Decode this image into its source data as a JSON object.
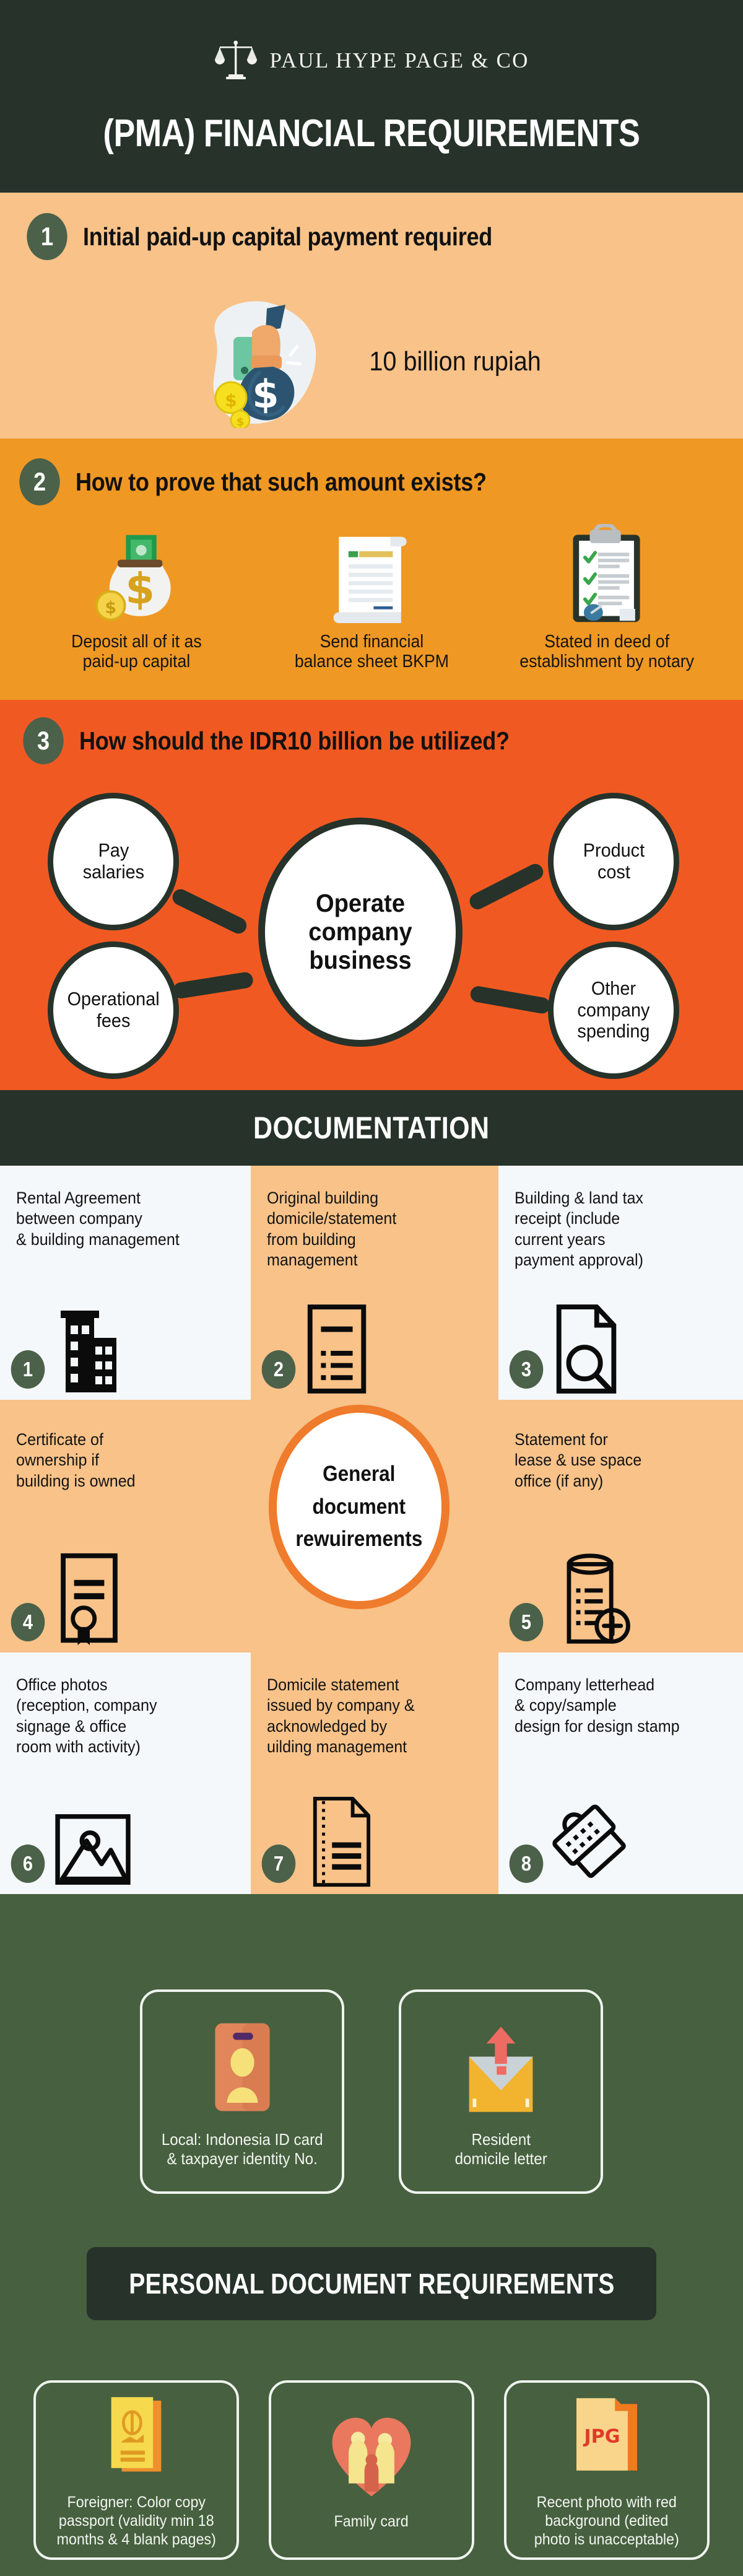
{
  "header": {
    "brand": "PAUL HYPE PAGE & CO",
    "logo_icon": "scales-of-justice-icon",
    "title": "(PMA) FINANCIAL REQUIREMENTS"
  },
  "section1": {
    "number": "1",
    "title": "Initial paid-up capital payment required",
    "icon": "money-bag-hand-icon",
    "amount": "10 billion rupiah"
  },
  "section2": {
    "number": "2",
    "title": "How to prove that such amount exists?",
    "cards": [
      {
        "icon": "money-bag-cash-icon",
        "caption": "Deposit all of it as\npaid-up capital"
      },
      {
        "icon": "financial-document-scroll-icon",
        "caption": "Send financial\nbalance sheet BKPM"
      },
      {
        "icon": "clipboard-checklist-icon",
        "caption": "Stated in deed of\nestablishment by notary"
      }
    ]
  },
  "section3": {
    "number": "3",
    "title": "How should the IDR10 billion be utilized?",
    "center": "Operate\ncompany\nbusiness",
    "nodes": [
      {
        "position": "top-left",
        "label": "Pay\nsalaries"
      },
      {
        "position": "bottom-left",
        "label": "Operational\nfees"
      },
      {
        "position": "top-right",
        "label": "Product\ncost"
      },
      {
        "position": "bottom-right",
        "label": "Other\ncompany\nspending"
      }
    ]
  },
  "documentation": {
    "banner_title": "DOCUMENTATION",
    "center_label": "General\ndocument\nrewuirements",
    "items": [
      {
        "number": "1",
        "text": "Rental Agreement\nbetween company\n& building management",
        "icon": "office-building-icon"
      },
      {
        "number": "2",
        "text": "Original building\ndomicile/statement\nfrom building\nmanagement",
        "icon": "document-list-icon"
      },
      {
        "number": "3",
        "text": "Building & land tax\nreceipt (include\ncurrent years\npayment approval)",
        "icon": "document-search-icon"
      },
      {
        "number": "4",
        "text": "Certificate of\nownership if\nbuilding is owned",
        "icon": "certificate-award-icon"
      },
      {
        "number": "5",
        "text": "Statement for\nlease & use space\noffice (if any)",
        "icon": "receipt-plus-icon"
      },
      {
        "number": "6",
        "text": "Office photos\n(reception, company\nsignage & office\nroom with activity)",
        "icon": "photo-image-icon"
      },
      {
        "number": "7",
        "text": "Domicile statement\nissued by company &\nacknowledged by\nuilding management",
        "icon": "document-perforated-icon"
      },
      {
        "number": "8",
        "text": "Company letterhead\n& copy/sample\ndesign for design stamp",
        "icon": "rubber-stamp-icon"
      }
    ]
  },
  "personal": {
    "banner_title": "PERSONAL DOCUMENT REQUIREMENTS",
    "top_cards": [
      {
        "icon": "id-card-icon",
        "caption": "Local: Indonesia ID card\n& taxpayer identity No."
      },
      {
        "icon": "envelope-letter-icon",
        "caption": "Resident\ndomicile letter"
      }
    ],
    "bottom_cards": [
      {
        "icon": "passport-icon",
        "caption": "Foreigner: Color copy\npassport (validity min 18\nmonths & 4 blank pages)"
      },
      {
        "icon": "family-heart-icon",
        "caption": "Family card"
      },
      {
        "icon": "jpg-file-icon",
        "caption": "Recent photo with red\nbackground (edited\nphoto is unacceptable)"
      }
    ]
  },
  "colors": {
    "dark_green": "#26322a",
    "mid_green": "#47603f",
    "badge_green": "#4b6149",
    "peach": "#f8c289",
    "orange": "#f09824",
    "deep_orange": "#f05a22",
    "light_panel": "#f4f8fb",
    "white": "#ffffff"
  }
}
